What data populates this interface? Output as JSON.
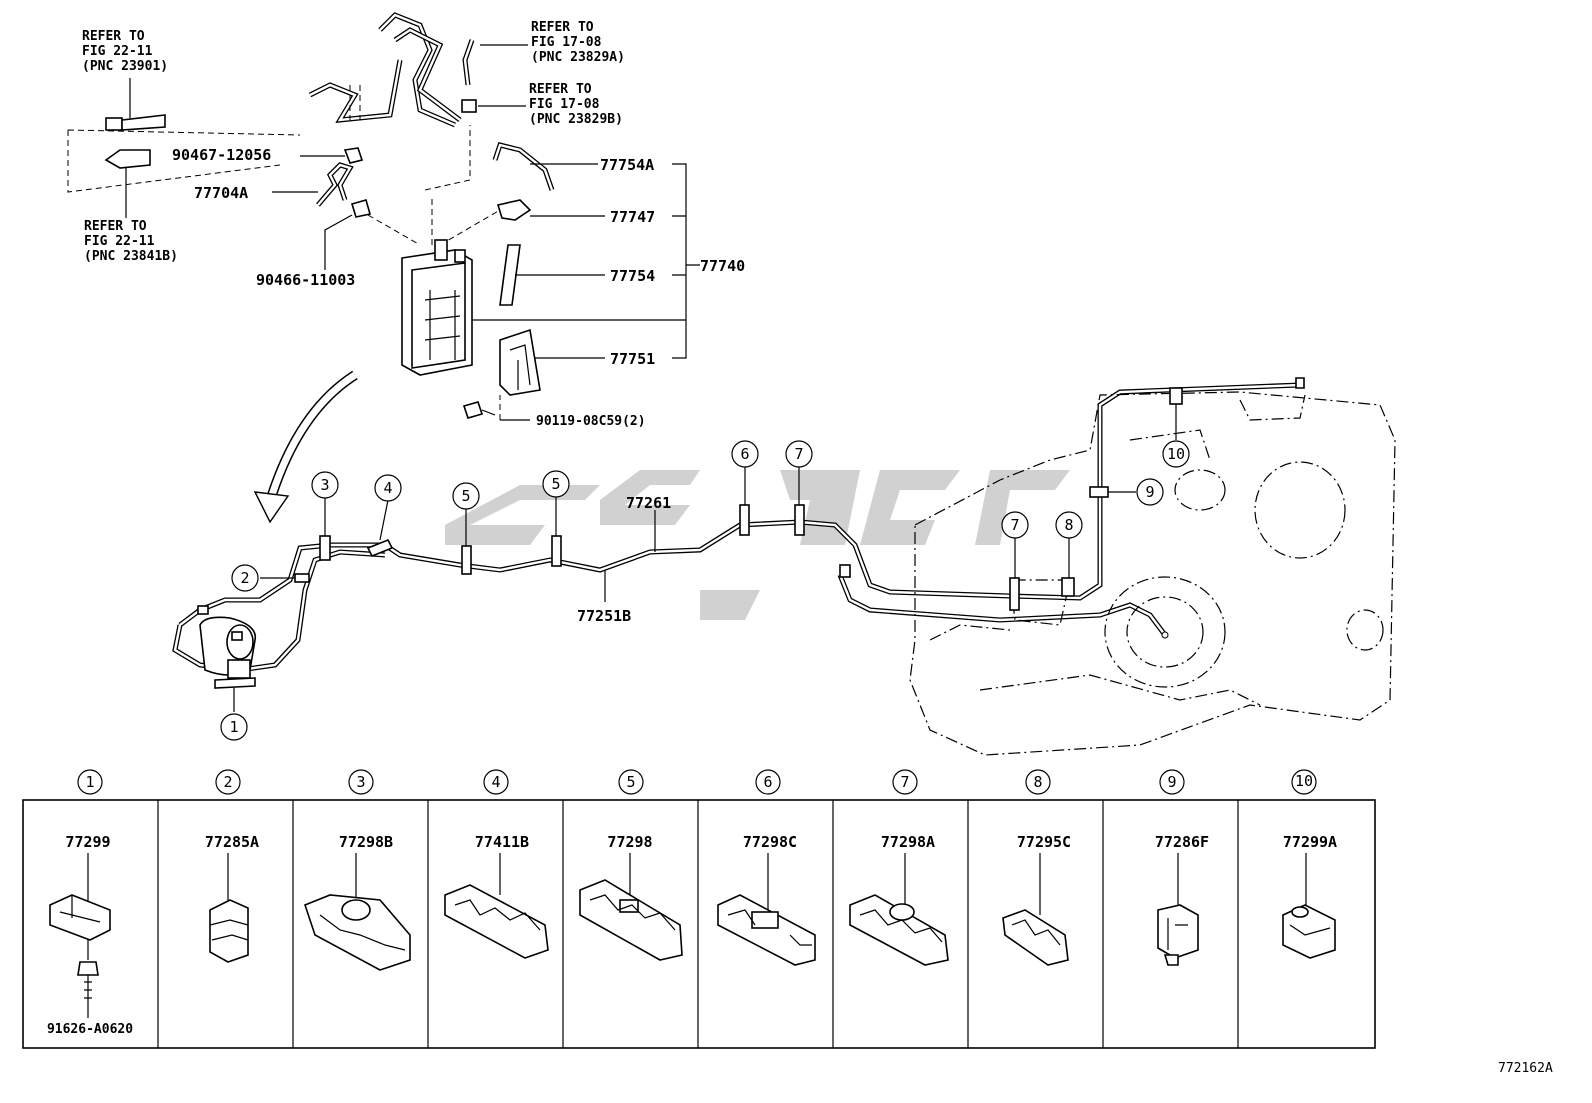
{
  "refs": {
    "ref1": [
      "REFER TO",
      "FIG 22-11",
      "(PNC 23901)"
    ],
    "ref2": [
      "REFER TO",
      "FIG 17-08",
      "(PNC 23829A)"
    ],
    "ref3": [
      "REFER TO",
      "FIG 17-08",
      "(PNC 23829B)"
    ],
    "ref4": [
      "REFER TO",
      "FIG 22-11",
      "(PNC 23841B)"
    ]
  },
  "callouts": {
    "p90467": "90467-12056",
    "p77704A": "77704A",
    "p90466": "90466-11003",
    "p77754A": "77754A",
    "p77747": "77747",
    "p77754": "77754",
    "p77740": "77740",
    "p77751": "77751",
    "p90119": "90119-08C59(2)",
    "p77261": "77261",
    "p77251B": "77251B"
  },
  "markers": [
    "①",
    "②",
    "③",
    "④",
    "⑤",
    "⑥",
    "⑦",
    "⑧",
    "⑨",
    "⑩"
  ],
  "table": {
    "headers": [
      "①",
      "②",
      "③",
      "④",
      "⑤",
      "⑥",
      "⑦",
      "⑧",
      "⑨",
      "⑩"
    ],
    "parts": [
      "77299",
      "77285A",
      "77298B",
      "77411B",
      "77298",
      "77298C",
      "77298A",
      "77295C",
      "77286F",
      "77299A"
    ],
    "sub_part": "91626-A0620"
  },
  "figure_code": "772162A"
}
